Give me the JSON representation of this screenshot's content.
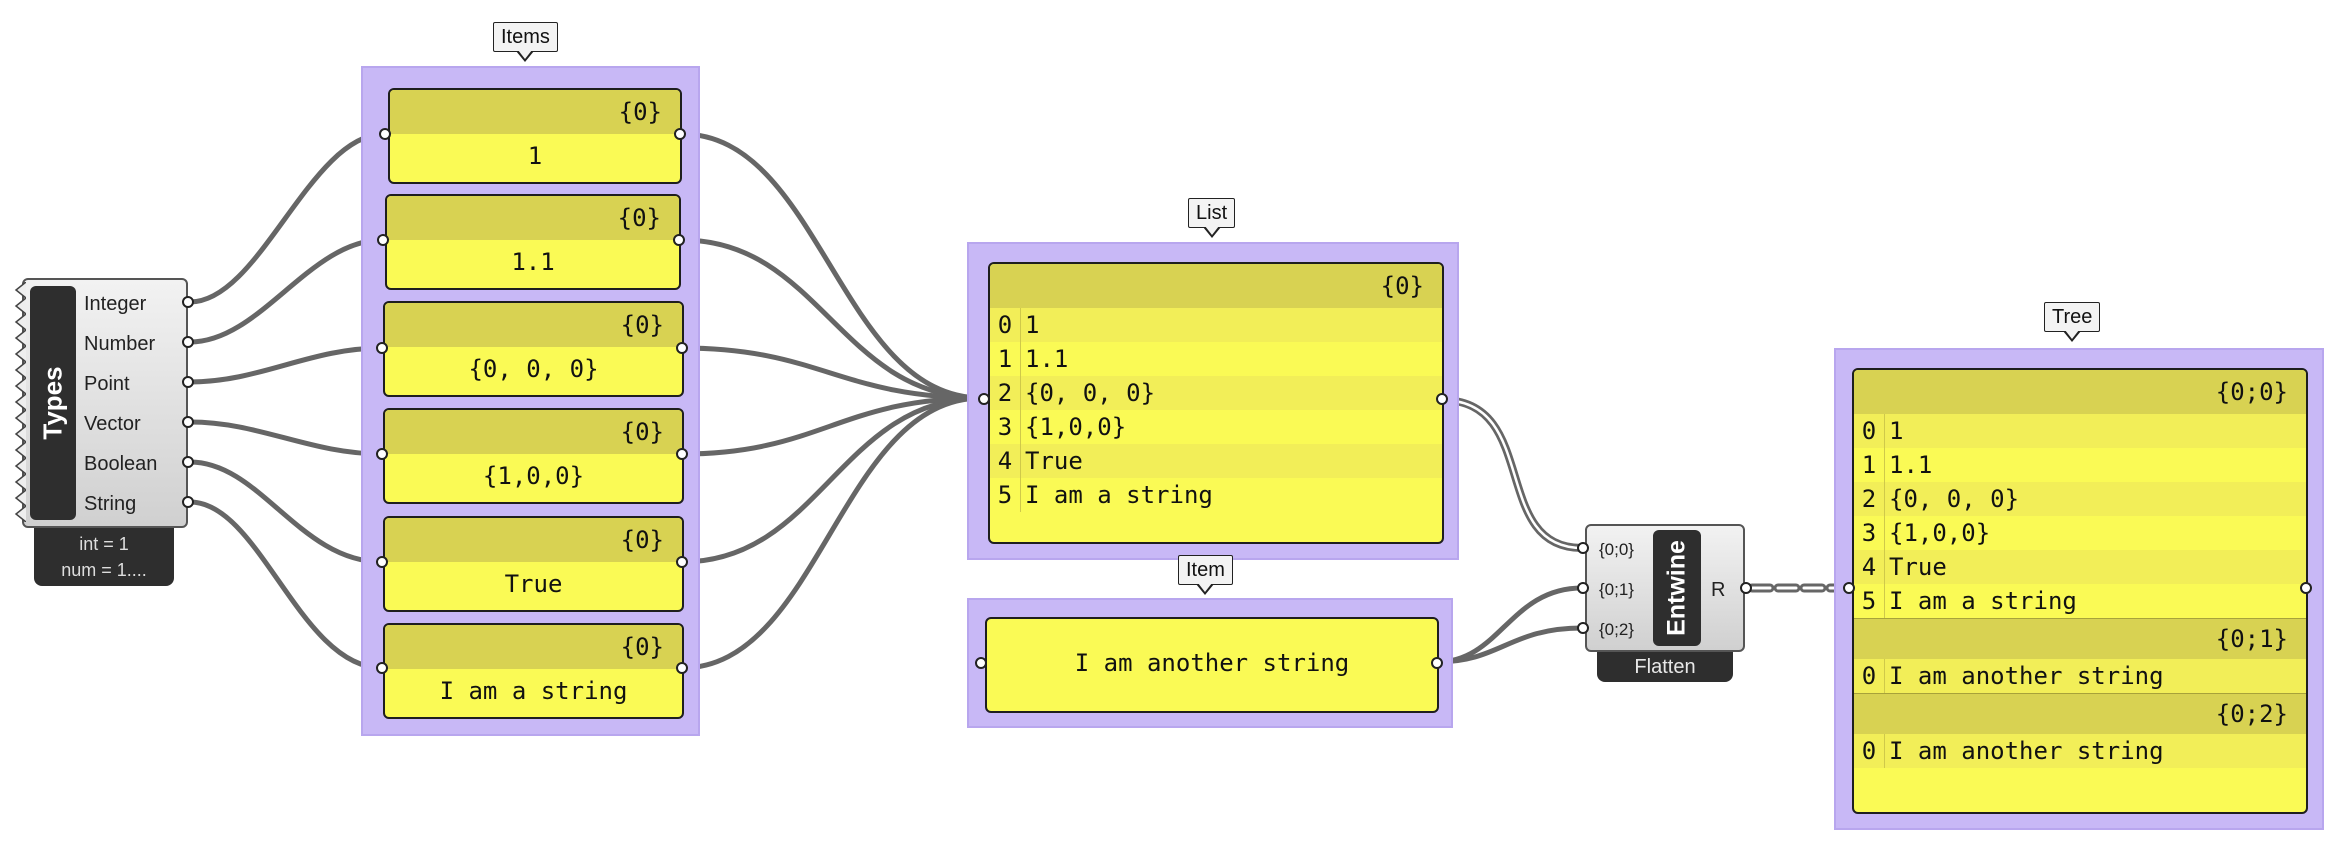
{
  "types_component": {
    "title": "Types",
    "outputs": [
      "Integer",
      "Number",
      "Point",
      "Vector",
      "Boolean",
      "String"
    ],
    "preview_line_1": "int = 1",
    "preview_line_2": "num = 1...."
  },
  "items_group": {
    "tag": "Items",
    "panels": [
      {
        "path": "{0}",
        "value": "1"
      },
      {
        "path": "{0}",
        "value": "1.1"
      },
      {
        "path": "{0}",
        "value": "{0, 0, 0}"
      },
      {
        "path": "{0}",
        "value": "{1,0,0}"
      },
      {
        "path": "{0}",
        "value": "True"
      },
      {
        "path": "{0}",
        "value": "I am a string"
      }
    ]
  },
  "list_group": {
    "tag": "List",
    "path": "{0}",
    "rows": [
      {
        "index": "0",
        "value": "1"
      },
      {
        "index": "1",
        "value": "1.1"
      },
      {
        "index": "2",
        "value": "{0, 0, 0}"
      },
      {
        "index": "3",
        "value": "{1,0,0}"
      },
      {
        "index": "4",
        "value": "True"
      },
      {
        "index": "5",
        "value": "I am a string"
      }
    ]
  },
  "item_group": {
    "tag": "Item",
    "value": "I am another string"
  },
  "entwine_component": {
    "title": "Entwine",
    "inputs": [
      "{0;0}",
      "{0;1}",
      "{0;2}"
    ],
    "output": "R",
    "footer": "Flatten"
  },
  "tree_group": {
    "tag": "Tree",
    "branches": [
      {
        "path": "{0;0}",
        "rows": [
          {
            "index": "0",
            "value": "1"
          },
          {
            "index": "1",
            "value": "1.1"
          },
          {
            "index": "2",
            "value": "{0, 0, 0}"
          },
          {
            "index": "3",
            "value": "{1,0,0}"
          },
          {
            "index": "4",
            "value": "True"
          },
          {
            "index": "5",
            "value": "I am a string"
          }
        ]
      },
      {
        "path": "{0;1}",
        "rows": [
          {
            "index": "0",
            "value": "I am another string"
          }
        ]
      },
      {
        "path": "{0;2}",
        "rows": [
          {
            "index": "0",
            "value": "I am another string"
          }
        ]
      }
    ]
  },
  "colors": {
    "group_fill": "#c8b8f6",
    "panel_fill": "#fafa55",
    "panel_header": "#d8d252",
    "wire": "#666666"
  }
}
